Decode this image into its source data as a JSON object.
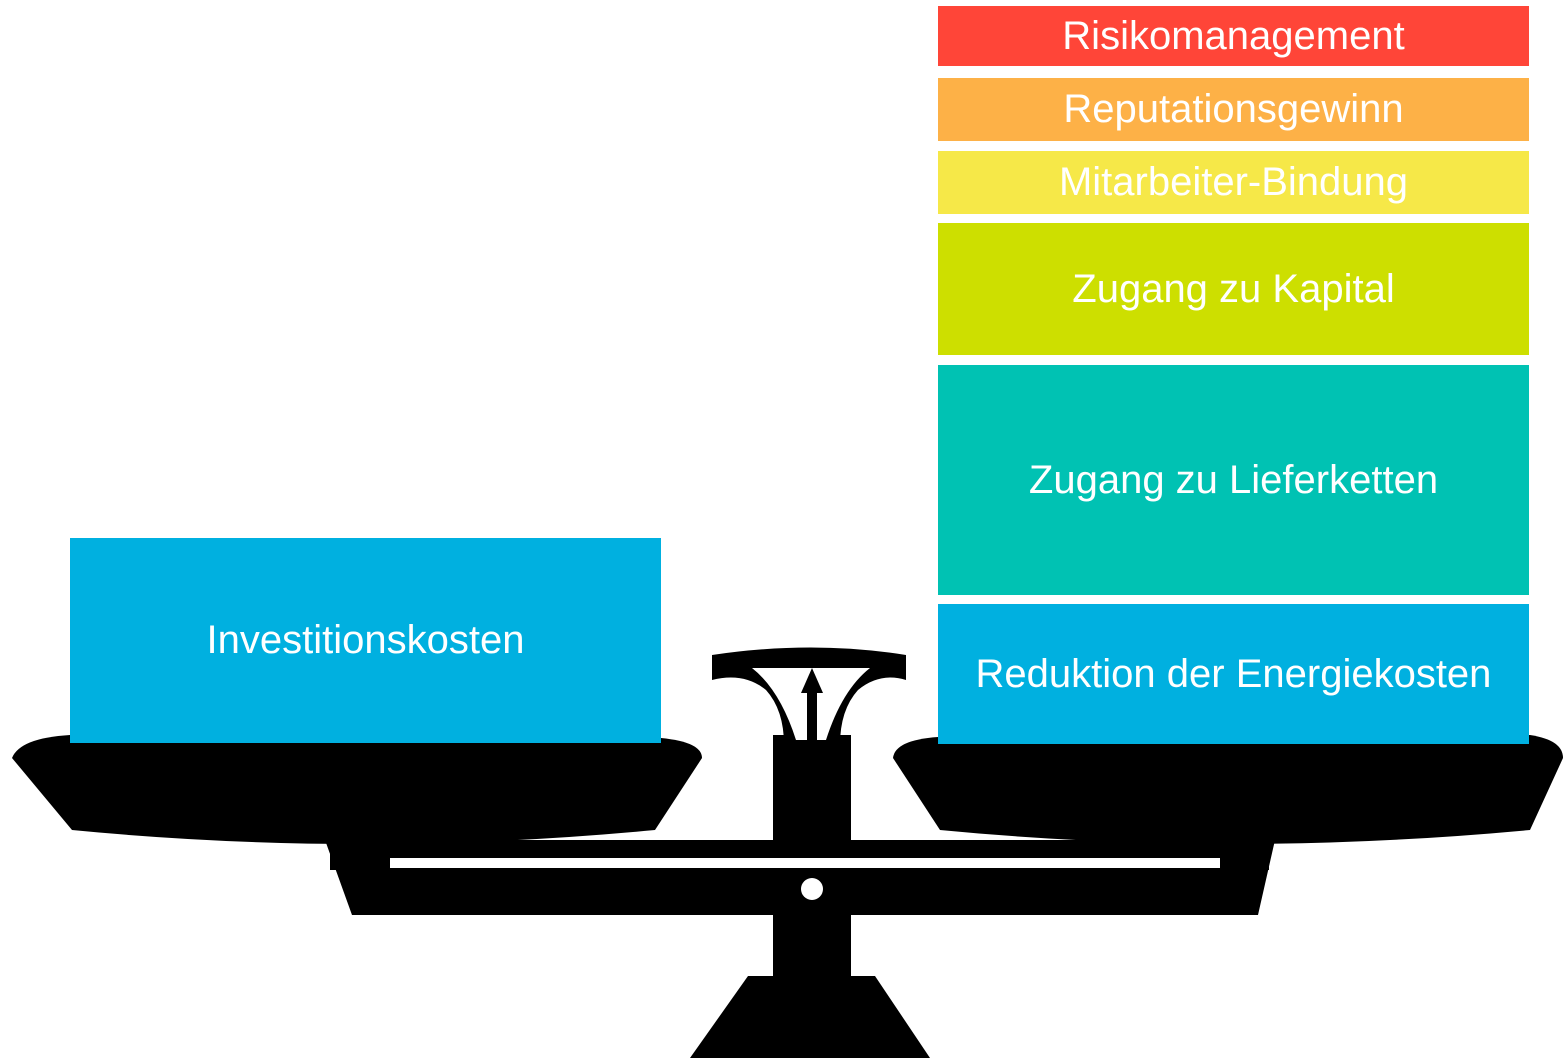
{
  "left_pan": {
    "label": "Investitionskosten",
    "color": "#00b0e0"
  },
  "right_pan": {
    "items": [
      {
        "label": "Risikomanagement",
        "color": "#ff4538"
      },
      {
        "label": "Reputationsgewinn",
        "color": "#fdb147"
      },
      {
        "label": "Mitarbeiter-Bindung",
        "color": "#f6e848"
      },
      {
        "label": "Zugang zu Kapital",
        "color": "#cddf00"
      },
      {
        "label": "Zugang zu Lieferketten",
        "color": "#00c2b3"
      },
      {
        "label": "Reduktion der Energiekosten",
        "color": "#00b0e0"
      }
    ]
  },
  "scale_color": "#000000"
}
